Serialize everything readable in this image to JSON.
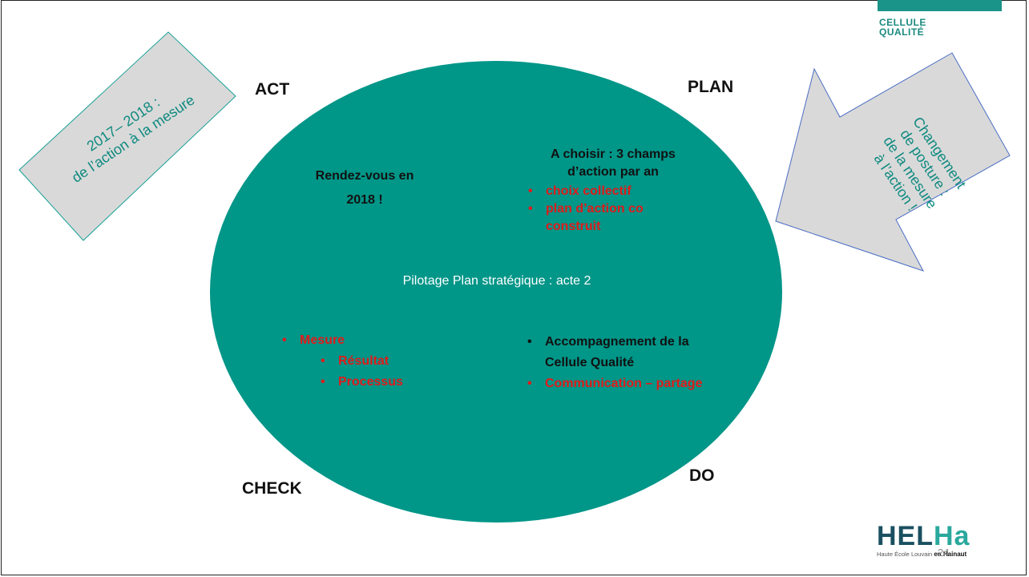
{
  "branding": {
    "cellule_line1": "CELLULE",
    "cellule_line2": "QUALITÉ",
    "logo_hel": "HEL",
    "logo_ha": "Ha",
    "logo_sub": "Haute École Louvain",
    "logo_sub_bold": "en Hainaut",
    "page_number": "24"
  },
  "pdca": {
    "act": "ACT",
    "plan": "PLAN",
    "check": "CHECK",
    "do": "DO"
  },
  "left_box": {
    "line1": "2017– 2018 :",
    "line2": "de l’action à la mesure"
  },
  "right_arrow": {
    "line1": "Changement",
    "line2": "de posture :",
    "line3": "de la mesure",
    "line4": "à l’action !"
  },
  "center": {
    "label": "Pilotage Plan stratégique : acte 2"
  },
  "act_quadrant": {
    "line1": "Rendez-vous en",
    "line2": "2018 !"
  },
  "plan_quadrant": {
    "heading_line1": "A choisir : 3 champs",
    "heading_line2": "d’action par an",
    "bullets": [
      "choix collectif",
      "plan d’action co construit"
    ]
  },
  "check_quadrant": {
    "main": "Mesure",
    "sub": [
      "Résultat",
      "Processus"
    ]
  },
  "do_quadrant": {
    "item1": "Accompagnement de la Cellule Qualité",
    "item2": "Communication – partage"
  },
  "colors": {
    "teal": "#009688",
    "red": "#e01b1b",
    "box_gray": "#d9d9d9"
  }
}
